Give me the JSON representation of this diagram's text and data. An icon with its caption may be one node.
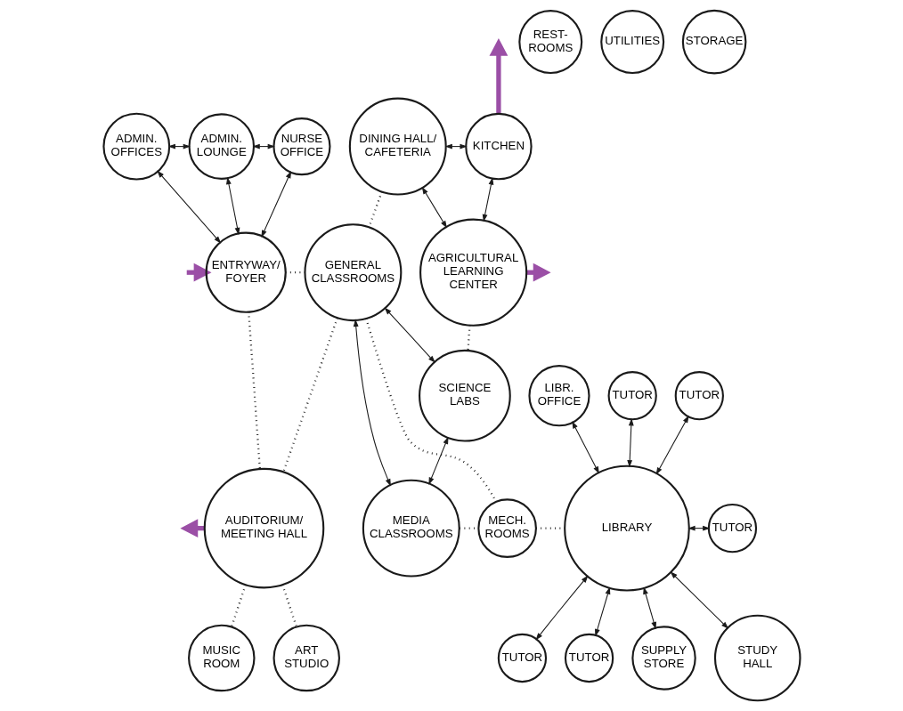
{
  "diagram": {
    "nodes": [
      {
        "text": [
          "REST- ROOMS"
        ]
      },
      {
        "text": [
          "UTILITIES"
        ]
      },
      {
        "text": [
          "STORAGE"
        ]
      },
      {
        "text": [
          "ADMIN. LOUNGE"
        ]
      },
      {
        "text": [
          "ADMIN. OFFICES"
        ]
      },
      {
        "text": [
          "NURSE OFFICE"
        ]
      },
      {
        "text": [
          "DINING HALL/ CAFETERIA"
        ]
      },
      {
        "text": [
          "KITCHEN"
        ]
      },
      {
        "text": [
          "ENTRYWAY/ FOYER"
        ]
      },
      {
        "text": [
          "GENERAL CLASSROOMS"
        ]
      },
      {
        "text": [
          "SCIENCE LABS"
        ]
      },
      {
        "text": [
          "AGRICULTURAL LEARNING CENTER"
        ]
      },
      {
        "text": [
          "AUDITORIUM/ MEETING HALL"
        ]
      },
      {
        "text": [
          "MEDIA CLASSROOMS"
        ]
      },
      {
        "text": [
          "MECH. ROOMS"
        ]
      },
      {
        "text": [
          "LIBRARY"
        ]
      },
      {
        "text": [
          "LIBR. OFFICE"
        ]
      },
      {
        "text": [
          "SUPPLY STORE"
        ]
      },
      {
        "text": [
          "TUTOR"
        ]
      },
      {
        "text": [
          "TUTOR"
        ]
      },
      {
        "text": [
          "TUTOR"
        ]
      },
      {
        "text": [
          "TUTOR"
        ]
      },
      {
        "text": [
          "TUTOR"
        ]
      },
      {
        "text": [
          "STUDY HALL"
        ]
      },
      {
        "text": [
          "MUSIC ROOM"
        ]
      },
      {
        "text": [
          "ART STUDIO"
        ]
      }
    ],
    "edges": [
      {
        "from": 3,
        "to": 4,
        "arrow": "both"
      },
      {
        "from": 3,
        "to": 5,
        "arrow": "both"
      },
      {
        "from": 3,
        "to": 8,
        "arrow": "both"
      },
      {
        "from": 4,
        "to": 8,
        "arrow": "both"
      },
      {
        "from": 5,
        "to": 8,
        "arrow": "both"
      },
      {
        "from": null,
        "to": 8,
        "arrow": "to",
        "style": "thick",
        "color": "#9b4fa6"
      },
      {
        "from": 6,
        "to": 7,
        "arrow": "both"
      },
      {
        "from": 6,
        "to": 11,
        "arrow": "both"
      },
      {
        "from": 7,
        "to": 11,
        "arrow": "both"
      },
      {
        "from": 7,
        "to": null,
        "arrow": "to",
        "style": "thick",
        "color": "#9b4fa6"
      },
      {
        "from": 8,
        "to": 9,
        "arrow": "none",
        "style": "dashed"
      },
      {
        "from": 8,
        "to": 12,
        "arrow": "none",
        "style": "dashed"
      },
      {
        "from": 9,
        "to": 6,
        "arrow": "none",
        "style": "dashed"
      },
      {
        "from": 12,
        "to": 9,
        "arrow": "none",
        "style": "dashed"
      },
      {
        "from": 9,
        "to": 10,
        "arrow": "both"
      },
      {
        "from": 9,
        "to": 13,
        "arrow": "both"
      },
      {
        "from": 13,
        "to": 10,
        "arrow": "both"
      },
      {
        "from": 10,
        "to": 11,
        "arrow": "none",
        "style": "dashed"
      },
      {
        "from": 11,
        "to": null,
        "arrow": "to",
        "style": "thick",
        "color": "#9b4fa6"
      },
      {
        "from": 12,
        "to": null,
        "arrow": "to",
        "style": "thick",
        "color": "#9b4fa6"
      },
      {
        "from": 9,
        "to": 14,
        "arrow": "none",
        "style": "dashed"
      },
      {
        "from": 13,
        "to": 14,
        "arrow": "none",
        "style": "dashed"
      },
      {
        "from": 14,
        "to": 15,
        "arrow": "none",
        "style": "dashed"
      },
      {
        "from": 16,
        "to": 15,
        "arrow": "both"
      },
      {
        "from": 17,
        "to": 15,
        "arrow": "both"
      },
      {
        "from": 18,
        "to": 15,
        "arrow": "both"
      },
      {
        "from": 19,
        "to": 15,
        "arrow": "both"
      },
      {
        "from": 20,
        "to": 15,
        "arrow": "both"
      },
      {
        "from": 21,
        "to": 15,
        "arrow": "both"
      },
      {
        "from": 22,
        "to": 15,
        "arrow": "both"
      },
      {
        "from": 23,
        "to": 15,
        "arrow": "both"
      },
      {
        "from": 12,
        "to": 24,
        "arrow": "none",
        "style": "dashed"
      },
      {
        "from": 12,
        "to": 25,
        "arrow": "none",
        "style": "dashed"
      }
    ]
  }
}
